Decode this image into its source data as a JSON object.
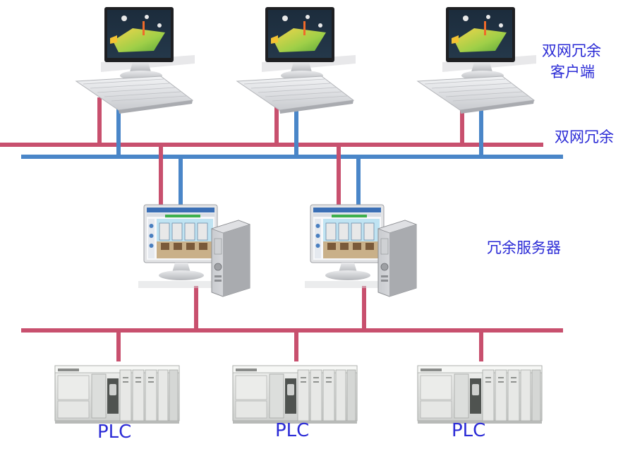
{
  "labels": {
    "client_line1": "双网冗余",
    "client_line2": "客户端",
    "dual_network": "双网冗余",
    "redundant_server": "冗余服务器",
    "plc": [
      "PLC",
      "PLC",
      "PLC"
    ]
  },
  "colors": {
    "network_a": "#c8506e",
    "network_b": "#4a86c8",
    "label_text": "#2b2bd6",
    "monitor_frame": "#1e1f22",
    "keyboard": "#e6e7ea",
    "plc_body": "#e3e4e2"
  },
  "icons": {
    "client": "client-workstation-icon",
    "server": "server-computer-icon",
    "plc": "plc-controller-icon"
  }
}
